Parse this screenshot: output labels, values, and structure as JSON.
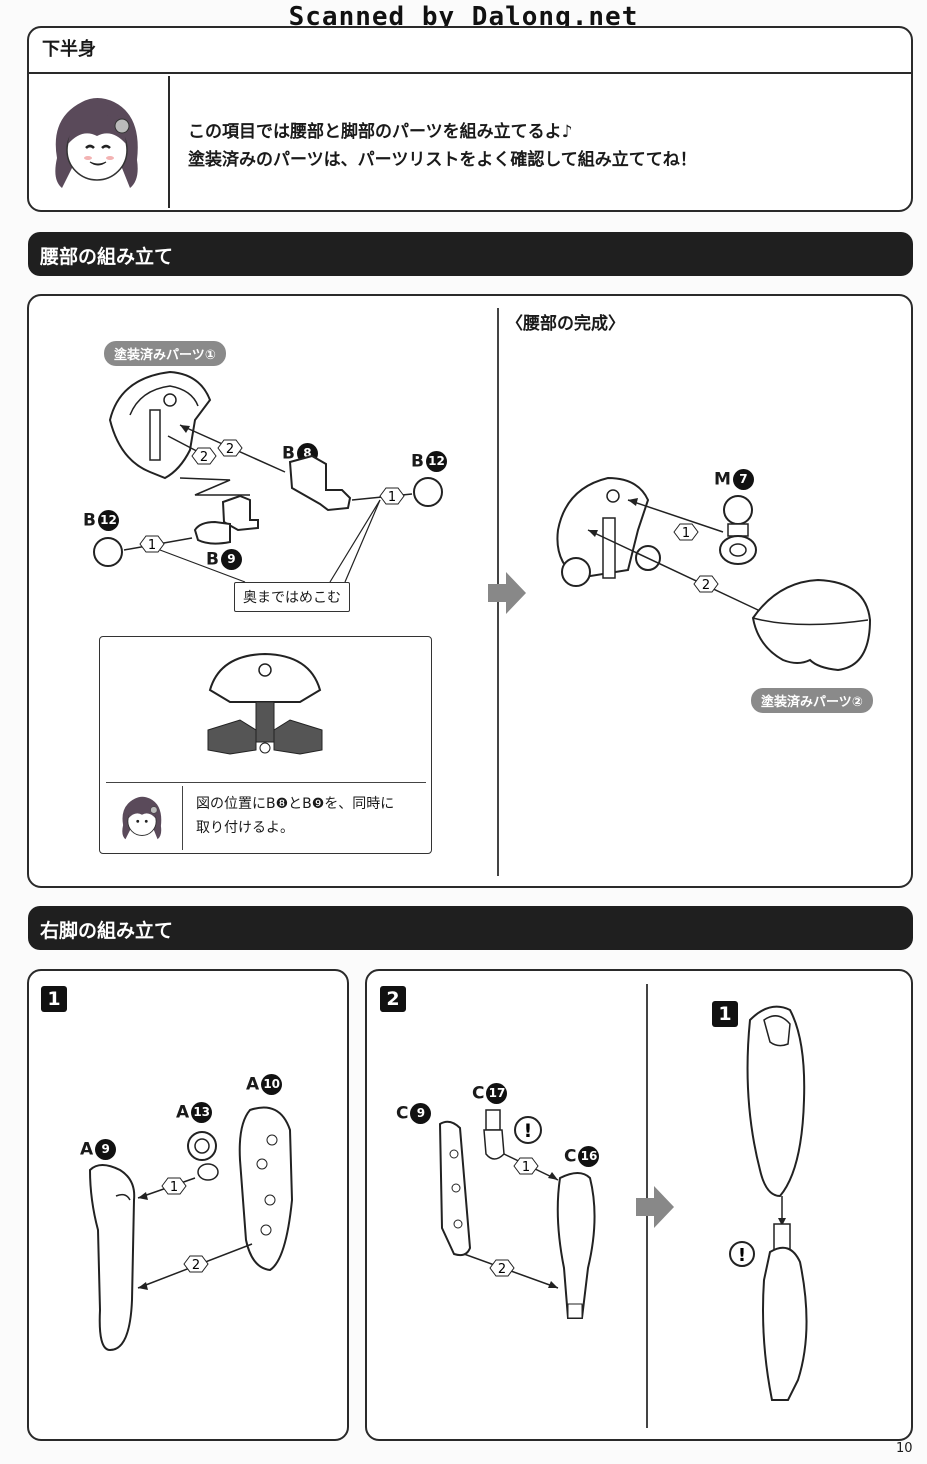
{
  "watermark": "Scanned by Dalong.net",
  "intro": {
    "title": "下半身",
    "line1": "この項目では腰部と脚部のパーツを組み立てるよ♪",
    "line2": "塗装済みのパーツは、パーツリストをよく確認して組み立ててね！"
  },
  "waist": {
    "heading": "腰部の組み立て",
    "painted_parts_1": "塗装済みパーツ①",
    "painted_parts_2": "塗装済みパーツ②",
    "complete_label": "〈腰部の完成〉",
    "callout": "奥まではめこむ",
    "note_line1": "図の位置にB❽とB❾を、同時に",
    "note_line2": "取り付けるよ。",
    "parts": {
      "b8": {
        "letter": "B",
        "num": "8"
      },
      "b12a": {
        "letter": "B",
        "num": "12"
      },
      "b12b": {
        "letter": "B",
        "num": "12"
      },
      "b9": {
        "letter": "B",
        "num": "9"
      },
      "m7": {
        "letter": "M",
        "num": "7"
      }
    },
    "step_marks": {
      "one": "1",
      "two": "2"
    }
  },
  "leg": {
    "heading": "右脚の組み立て",
    "step1": "1",
    "step2": "2",
    "sub_step": "1",
    "caution": "!",
    "parts": {
      "a9": {
        "letter": "A",
        "num": "9"
      },
      "a13": {
        "letter": "A",
        "num": "13"
      },
      "a10": {
        "letter": "A",
        "num": "10"
      },
      "c9": {
        "letter": "C",
        "num": "9"
      },
      "c17": {
        "letter": "C",
        "num": "17"
      },
      "c16": {
        "letter": "C",
        "num": "16"
      }
    }
  },
  "page_number": "10"
}
